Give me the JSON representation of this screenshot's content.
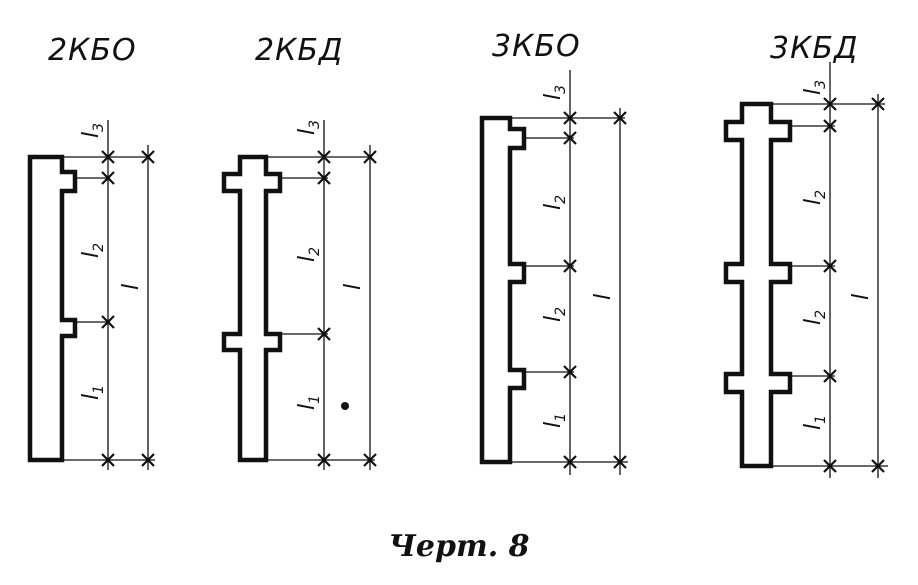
{
  "diagram": {
    "columns": [
      {
        "label": "2КБО",
        "dims": {
          "l3": "l",
          "l3_sub": "3",
          "l2": "l",
          "l2_sub": "2",
          "l1": "l",
          "l1_sub": "1",
          "l": "l"
        }
      },
      {
        "label": "2КБД",
        "dims": {
          "l3": "l",
          "l3_sub": "3",
          "l2": "l",
          "l2_sub": "2",
          "l1": "l",
          "l1_sub": "1",
          "l": "l"
        }
      },
      {
        "label": "3КБО",
        "dims": {
          "l3": "l",
          "l3_sub": "3",
          "l2a": "l",
          "l2a_sub": "2",
          "l2b": "l",
          "l2b_sub": "2",
          "l1": "l",
          "l1_sub": "1",
          "l": "l"
        }
      },
      {
        "label": "3КБД",
        "dims": {
          "l3": "l",
          "l3_sub": "3",
          "l2a": "l",
          "l2a_sub": "2",
          "l2b": "l",
          "l2b_sub": "2",
          "l1": "l",
          "l1_sub": "1",
          "l": "l"
        }
      }
    ],
    "caption": "Черт. 8"
  }
}
